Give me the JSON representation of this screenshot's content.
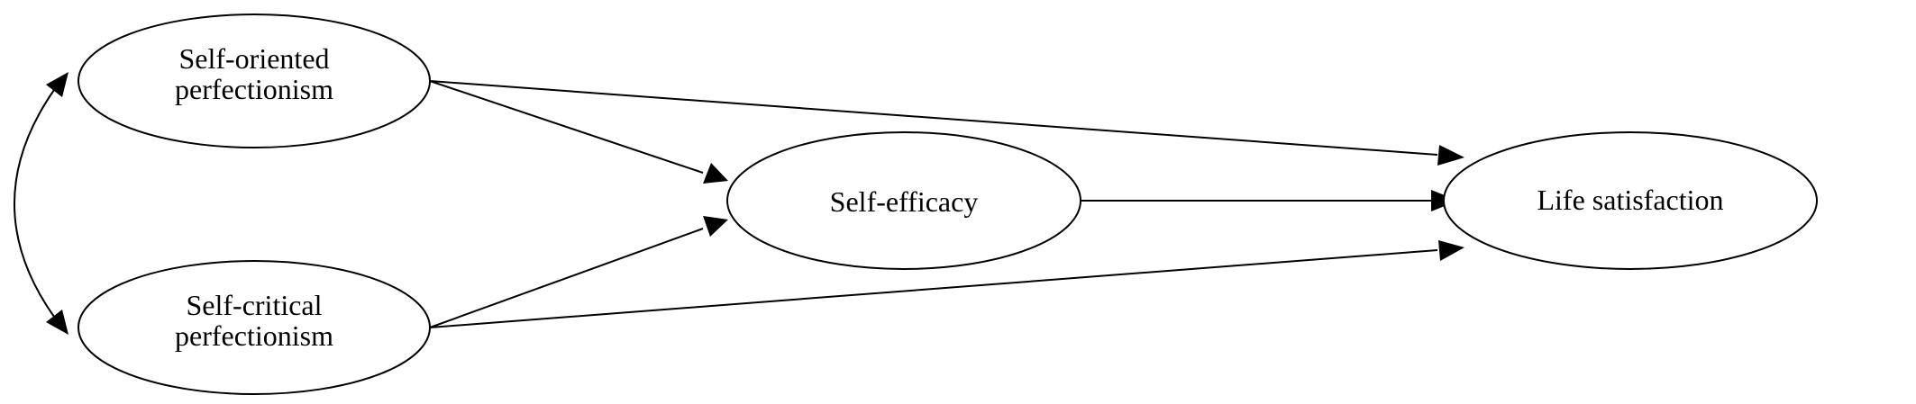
{
  "nodes": {
    "self_oriented": {
      "lines": [
        "Self-oriented",
        "perfectionism"
      ]
    },
    "self_critical": {
      "lines": [
        "Self-critical",
        "perfectionism"
      ]
    },
    "self_efficacy": {
      "lines": [
        "Self-efficacy"
      ]
    },
    "life_satisfaction": {
      "lines": [
        "Life satisfaction"
      ]
    }
  },
  "edges": [
    {
      "from": "self_oriented",
      "to": "self_efficacy"
    },
    {
      "from": "self_oriented",
      "to": "life_satisfaction"
    },
    {
      "from": "self_critical",
      "to": "self_efficacy"
    },
    {
      "from": "self_critical",
      "to": "life_satisfaction"
    },
    {
      "from": "self_efficacy",
      "to": "life_satisfaction"
    },
    {
      "from": "self_oriented",
      "to": "self_critical",
      "type": "covariance"
    }
  ],
  "colors": {
    "stroke": "#000000",
    "fill": "#ffffff",
    "text": "#000000"
  }
}
